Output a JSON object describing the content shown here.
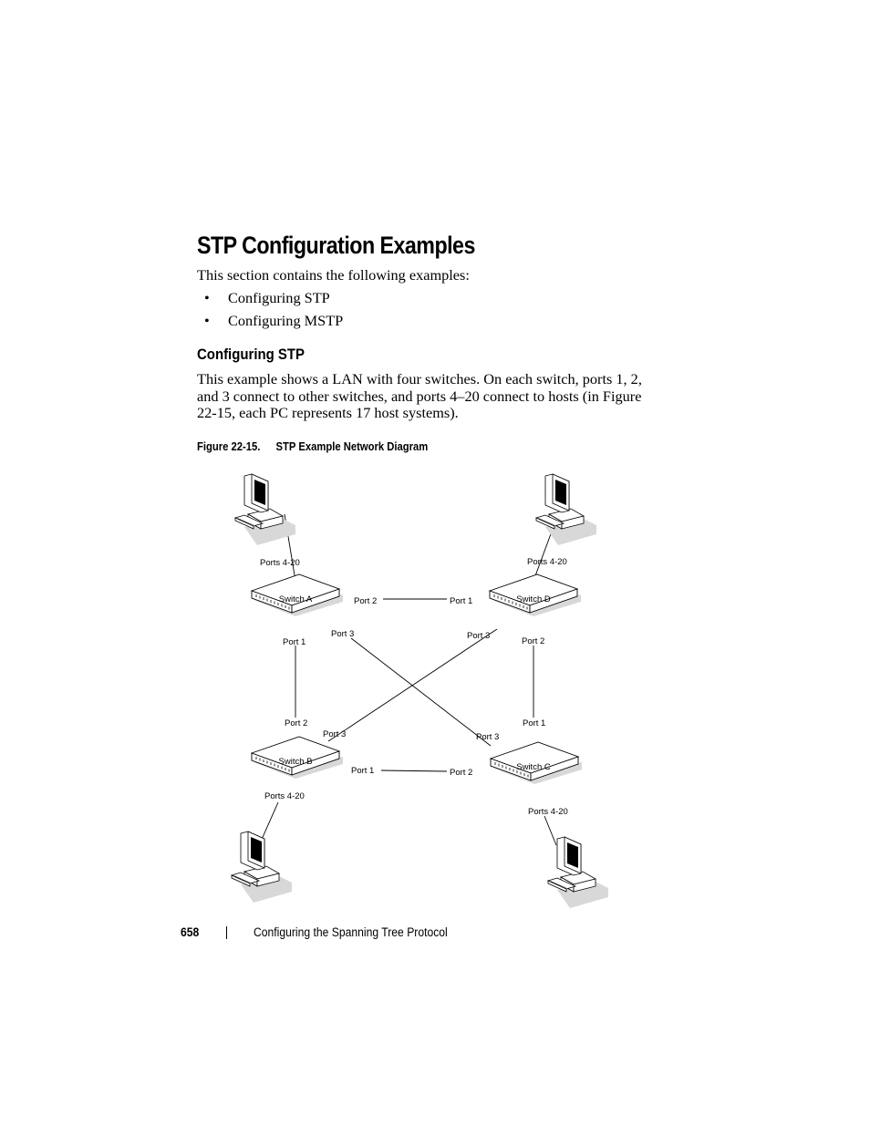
{
  "page_title": "STP Configuration Examples",
  "intro": "This section contains the following examples:",
  "bullets": [
    {
      "bullet": "•",
      "text": "Configuring STP"
    },
    {
      "bullet": "•",
      "text": "Configuring MSTP"
    }
  ],
  "section_heading": "Configuring STP",
  "body_text": "This example shows a LAN with four switches. On each switch, ports 1, 2, and 3 connect to other switches, and ports 4–20 connect to hosts (in Figure 22-15, each PC represents 17 host systems).",
  "figure": {
    "number": "Figure 22-15.",
    "title": "STP Example Network Diagram"
  },
  "diagram": {
    "switches": {
      "a": "Switch A",
      "b": "Switch B",
      "c": "Switch C",
      "d": "Switch D"
    },
    "host_ports": {
      "a": "Ports 4-20",
      "b": "Ports 4-20",
      "c": "Ports 4-20",
      "d": "Ports 4-20"
    },
    "links": {
      "a_d": {
        "a_port": "Port 2",
        "d_port": "Port 1"
      },
      "a_b": {
        "a_port": "Port 1",
        "b_port": "Port 2"
      },
      "a_c": {
        "a_port": "Port 3",
        "c_port": "Port 3"
      },
      "d_b": {
        "d_port": "Port 3",
        "b_port": "Port 3"
      },
      "d_c": {
        "d_port": "Port 2",
        "c_port": "Port 1"
      },
      "b_c": {
        "b_port": "Port 1",
        "c_port": "Port 2"
      }
    }
  },
  "footer": {
    "page_number": "658",
    "chapter_title": "Configuring the Spanning Tree Protocol"
  }
}
